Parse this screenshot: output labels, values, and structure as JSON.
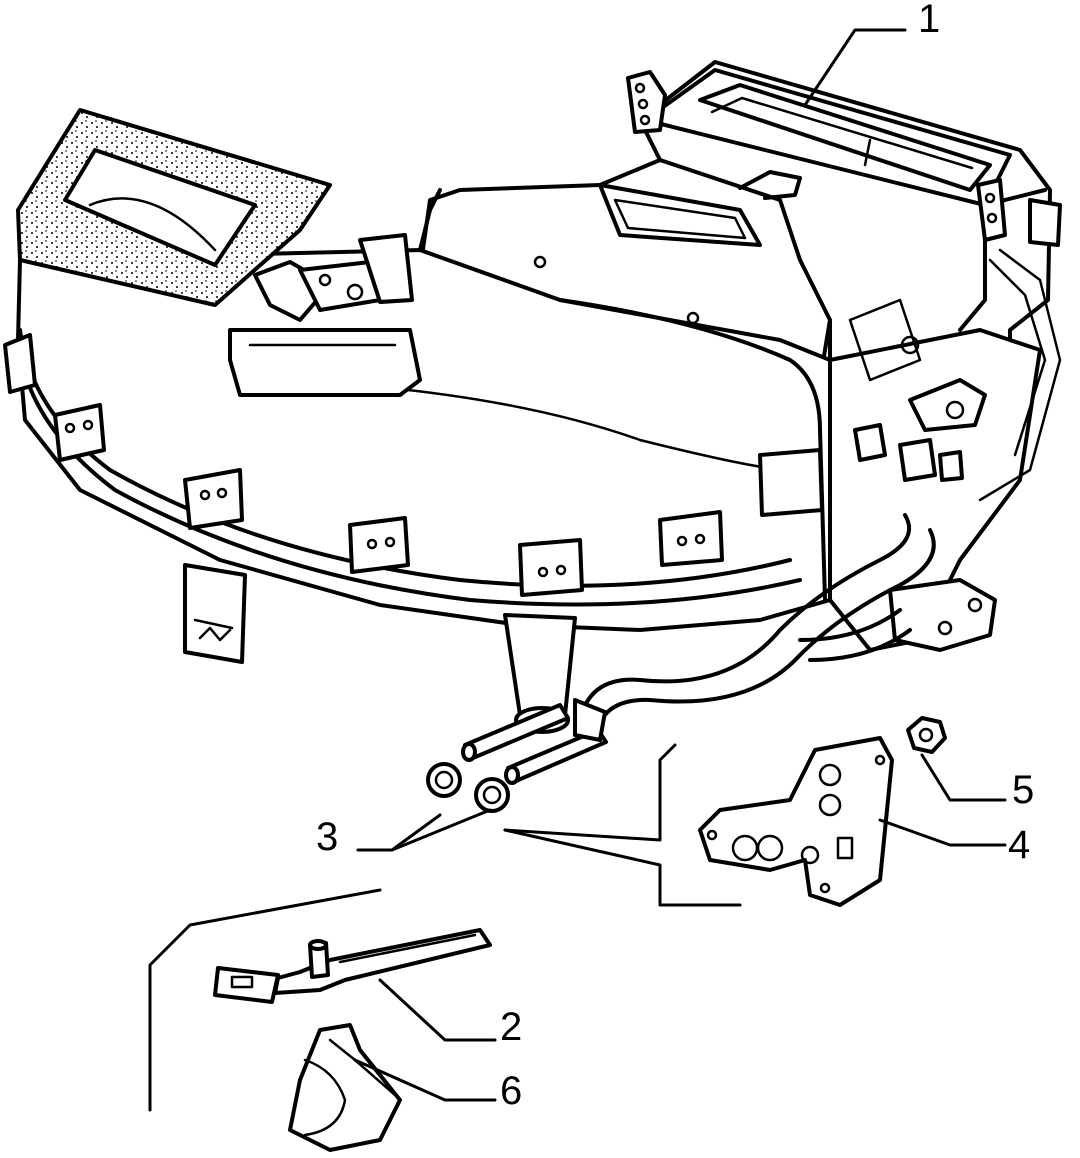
{
  "callouts": {
    "c1": "1",
    "c2": "2",
    "c3": "3",
    "c4": "4",
    "c5": "5",
    "c6": "6"
  },
  "colors": {
    "ink": "#000000",
    "paper": "#ffffff"
  }
}
